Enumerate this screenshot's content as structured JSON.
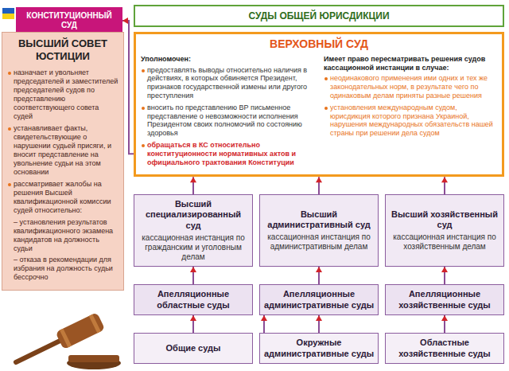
{
  "diagram": {
    "nodes": [
      {
        "text": [
          "КОНСТИТУЦИОННЫЙ СУД"
        ]
      },
      {
        "text": [
          "СУДЫ ОБЩЕЙ ЮРИСДИКЦИИ"
        ]
      },
      {
        "text": [
          "ВЫСШИЙ СОВЕТ ЮСТИЦИИ",
          "назначает и увольняет председателей и заместителей председателей судов по представлению соответствующего совета судей",
          "устанавливает факты, свидетельствующие о нарушении судьей присяги, и вносит представление на увольнение судьи на этом основании",
          "рассматривает жалобы на решения Высшей квалификационной комиссии судей относительно:",
          "– установления результатов квалификационного экзамена кандидатов на должность судьи",
          "– отказа в рекомендации для избрания на должность судьи бессрочно"
        ]
      },
      {
        "text": [
          "ВЕРХОВНЫЙ СУД",
          "Уполномочен:",
          "предоставлять выводы относительно наличия в действиях, в которых обвиняется Президент, признаков государственной измены или другого преступления",
          "вносить по представлению ВР письменное представление о невозможности исполнения Президентом своих полномочий по состоянию здоровья",
          "обращаться в КС относительно конституционности нормативных актов и официального трактования Конституции",
          "Имеет право пересматривать решения судов кассационной инстанции в случае:",
          "неодинакового применения ими одних и тех же законодательных норм, в результате чего по одинаковым делам приняты разные решения",
          "установления международным судом, юрисдикция которого признана Украиной, нарушения международных обязательств нашей страны при решении дела судом"
        ]
      },
      {
        "text": [
          "Высший специализированный суд",
          "кассационная инстанция по гражданским и уголовным делам"
        ]
      },
      {
        "text": [
          "Высший административный суд",
          "кассационная инстанция по административным делам"
        ]
      },
      {
        "text": [
          "Высший хозяйственный суд",
          "кассационная инстанция по хозяйственным делам"
        ]
      },
      {
        "text": [
          "Апелляционные областные суды"
        ]
      },
      {
        "text": [
          "Апелляционные административные суды"
        ]
      },
      {
        "text": [
          "Апелляционные хозяйственные суды"
        ]
      },
      {
        "text": [
          "Общие суды"
        ]
      },
      {
        "text": [
          "Окружные административные суды"
        ]
      },
      {
        "text": [
          "Областные хозяйственные суды"
        ]
      }
    ],
    "edges": [
      {
        "from": 3,
        "to": 0,
        "arrow": "to"
      },
      {
        "from": 4,
        "to": 3,
        "arrow": "to"
      },
      {
        "from": 5,
        "to": 3,
        "arrow": "to"
      },
      {
        "from": 6,
        "to": 3,
        "arrow": "to"
      },
      {
        "from": 7,
        "to": 4,
        "arrow": "to"
      },
      {
        "from": 8,
        "to": 5,
        "arrow": "to"
      },
      {
        "from": 9,
        "to": 6,
        "arrow": "to"
      },
      {
        "from": 10,
        "to": 7,
        "arrow": "to"
      },
      {
        "from": 10,
        "to": 8,
        "arrow": "to"
      },
      {
        "from": 11,
        "to": 8,
        "arrow": "to"
      },
      {
        "from": 12,
        "to": 9,
        "arrow": "to"
      }
    ]
  }
}
